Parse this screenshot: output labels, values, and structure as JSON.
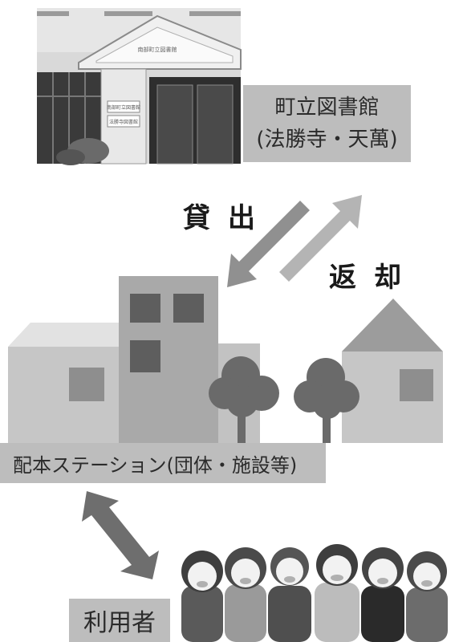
{
  "library": {
    "line1": "町立図書館",
    "line2": "(法勝寺・天萬)"
  },
  "photo_signs": {
    "building_name": "南部町立図書館",
    "sign_1": "南部町立図書館",
    "sign_2": "法勝寺図書館"
  },
  "flow": {
    "lend": "貸出",
    "return": "返却"
  },
  "station": {
    "label": "配本ステーション(団体・施設等)"
  },
  "users": {
    "label": "利用者"
  },
  "colors": {
    "label_box": "#bdbdbd",
    "text_dark": "#1a1a1a",
    "arrow_light": "#a8a8a8",
    "arrow_dark": "#6e6e6e",
    "building_light": "#c8c8c8",
    "building_mid": "#b0b0b0",
    "window": "#5e5e5e",
    "tree": "#6a6a6a"
  },
  "icons": [
    "library-photo",
    "lend-arrow-icon",
    "return-arrow-icon",
    "building-icon",
    "house-icon",
    "tree-icon",
    "double-arrow-icon",
    "people-icon"
  ]
}
